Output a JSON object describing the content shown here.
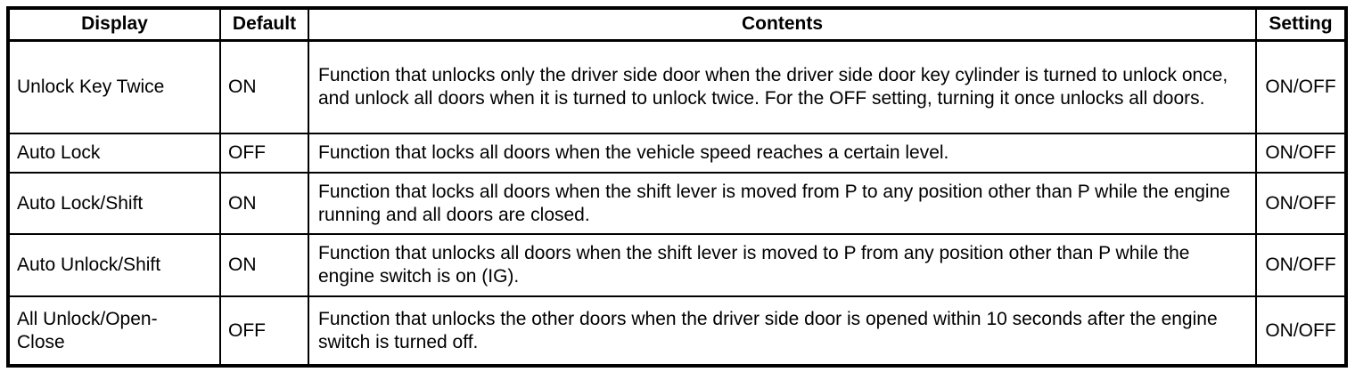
{
  "table": {
    "headers": {
      "display": "Display",
      "default": "Default",
      "contents": "Contents",
      "setting": "Setting"
    },
    "rows": [
      {
        "display": "Unlock Key Twice",
        "default": "ON",
        "contents": "Function that unlocks only the driver side door when the driver side door key cylinder is turned to unlock once, and unlock all doors when it is turned to unlock twice. For the OFF setting, turning it once unlocks all doors.",
        "setting": "ON/OFF"
      },
      {
        "display": "Auto Lock",
        "default": "OFF",
        "contents": "Function that locks all doors when the vehicle speed reaches a certain level.",
        "setting": "ON/OFF"
      },
      {
        "display": "Auto Lock/Shift",
        "default": "ON",
        "contents": "Function that locks all doors when the shift lever is moved from P to any position other than P while the engine running and all doors are closed.",
        "setting": "ON/OFF"
      },
      {
        "display": "Auto Unlock/Shift",
        "default": "ON",
        "contents": "Function that unlocks all doors when the shift lever is moved to P from any position other than P while the engine switch is on (IG).",
        "setting": "ON/OFF"
      },
      {
        "display": "All Unlock/Open-Close",
        "default": "OFF",
        "contents": "Function that unlocks the other doors when the driver side door is opened within 10 seconds after the engine switch is turned off.",
        "setting": "ON/OFF"
      }
    ],
    "colors": {
      "border": "#000000",
      "background": "#ffffff",
      "text": "#000000"
    }
  }
}
